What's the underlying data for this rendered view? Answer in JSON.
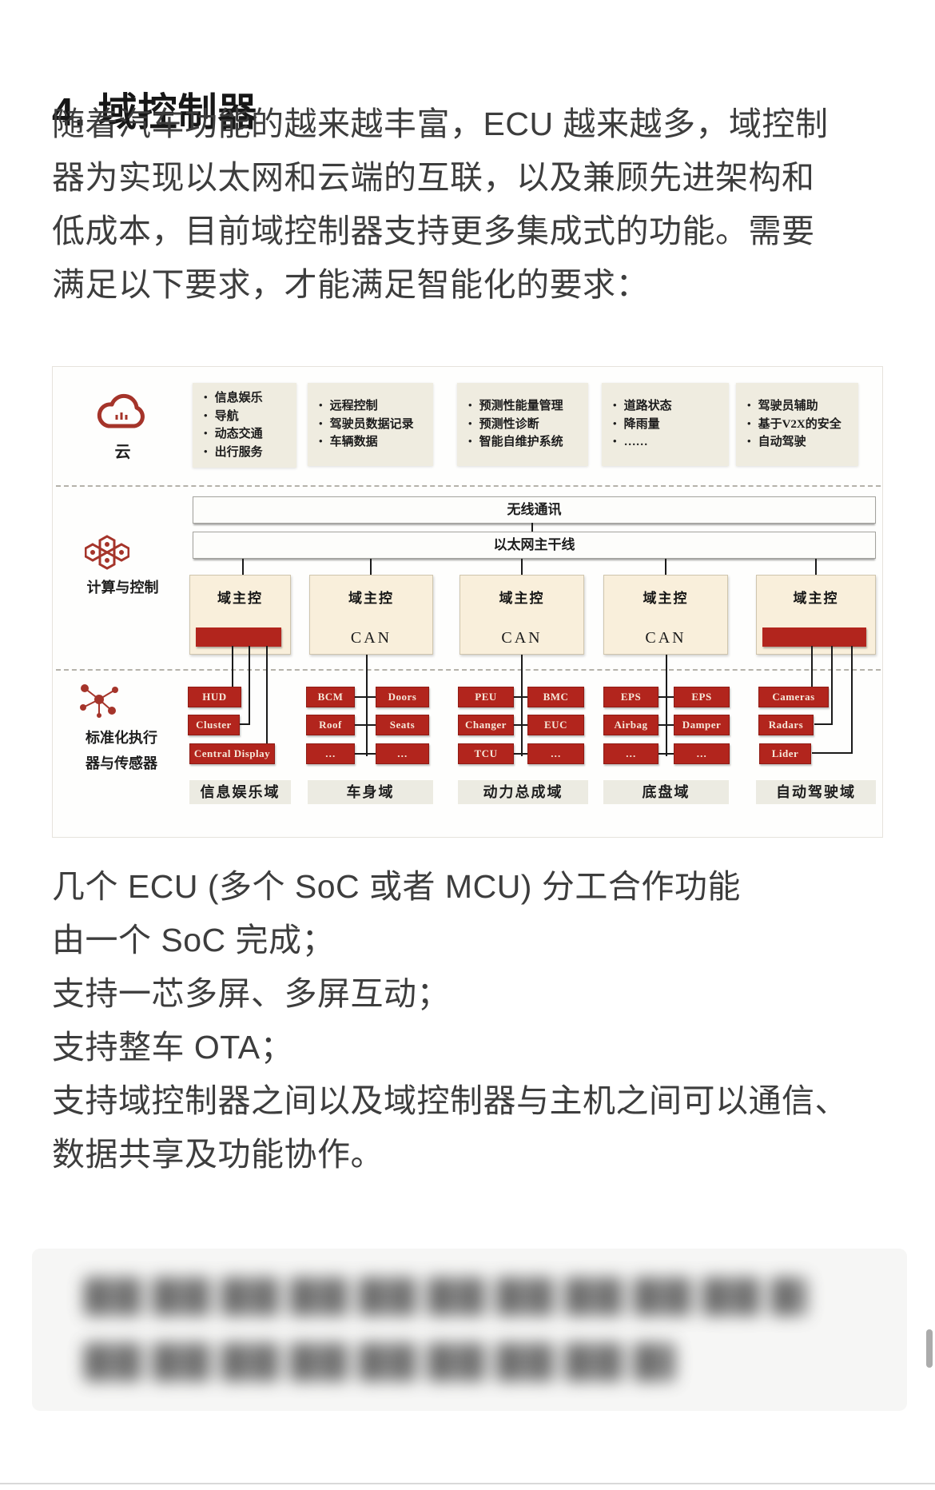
{
  "article": {
    "heading": "4. 域控制器",
    "intro_lines": [
      "随着汽车功能的越来越丰富，ECU 越来越多，域控制",
      "器为实现以太网和云端的互联，以及兼顾先进架构和",
      "低成本，目前域控制器支持更多集成式的功能。需要",
      "满足以下要求，才能满足智能化的要求："
    ],
    "requirement_lines": [
      "几个 ECU (多个 SoC 或者 MCU) 分工合作功能",
      "由一个 SoC 完成；",
      "支持一芯多屏、多屏互动；",
      "支持整车 OTA；",
      "支持域控制器之间以及域控制器与主机之间可以通信、",
      "数据共享及功能协作。"
    ]
  },
  "diagram": {
    "layers": {
      "cloud_label": "云",
      "compute_label": "计算与控制",
      "actuator_label_line1": "标准化执行",
      "actuator_label_line2": "器与传感器"
    },
    "cloud_notes": [
      {
        "items": [
          "信息娱乐",
          "导航",
          "动态交通",
          "出行服务"
        ]
      },
      {
        "items": [
          "远程控制",
          "驾驶员数据记录",
          "车辆数据"
        ]
      },
      {
        "items": [
          "预测性能量管理",
          "预测性诊断",
          "智能自维护系统"
        ]
      },
      {
        "items": [
          "道路状态",
          "降雨量",
          "……"
        ]
      },
      {
        "items": [
          "驾驶员辅助",
          "基于V2X的安全",
          "自动驾驶"
        ]
      }
    ],
    "buses": {
      "wireless": "无线通讯",
      "ethernet": "以太网主干线"
    },
    "controllers": [
      {
        "title": "域主控",
        "bus": ""
      },
      {
        "title": "域主控",
        "bus": "CAN"
      },
      {
        "title": "域主控",
        "bus": "CAN"
      },
      {
        "title": "域主控",
        "bus": "CAN"
      },
      {
        "title": "域主控",
        "bus": ""
      }
    ],
    "components": {
      "infotainment": [
        "HUD",
        "Cluster",
        "Central Display"
      ],
      "body": [
        [
          "BCM",
          "Doors"
        ],
        [
          "Roof",
          "Seats"
        ],
        [
          "…",
          "…"
        ]
      ],
      "powertrain": [
        [
          "PEU",
          "BMC"
        ],
        [
          "Changer",
          "EUC"
        ],
        [
          "TCU",
          "…"
        ]
      ],
      "chassis": [
        [
          "EPS",
          "EPS"
        ],
        [
          "Airbag",
          "Damper"
        ],
        [
          "…",
          "…"
        ]
      ],
      "adas": [
        "Cameras",
        "Radars",
        "Lider"
      ]
    },
    "domain_labels": [
      "信息娱乐域",
      "车身域",
      "动力总成域",
      "底盘域",
      "自动驾驶域"
    ],
    "colors": {
      "accent_red": "#a5342a",
      "box_red": "#b2251d",
      "note_bg": "#efece0",
      "controller_bg": "#f9efdb"
    }
  }
}
